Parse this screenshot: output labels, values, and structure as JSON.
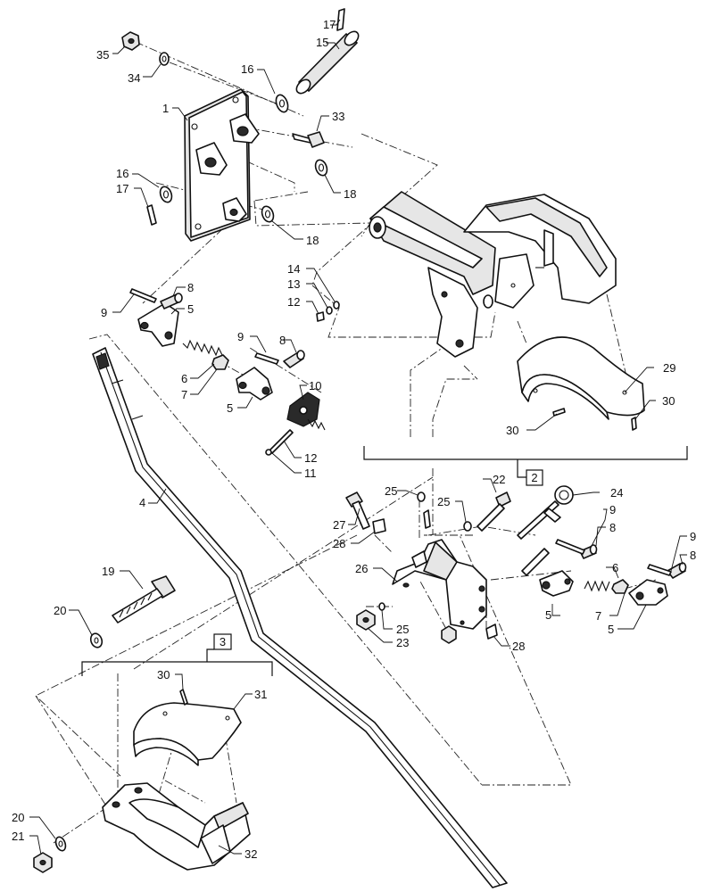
{
  "callouts": {
    "c1": "1",
    "c4": "4",
    "c5a": "5",
    "c5b": "5",
    "c5c": "5",
    "c5d": "5",
    "c6a": "6",
    "c6b": "6",
    "c7a": "7",
    "c7b": "7",
    "c8a": "8",
    "c8b": "8",
    "c8c": "8",
    "c8d": "8",
    "c9a": "9",
    "c9b": "9",
    "c9c": "9",
    "c9d": "9",
    "c10": "10",
    "c11": "11",
    "c12a": "12",
    "c12b": "12",
    "c13": "13",
    "c14": "14",
    "c15": "15",
    "c16a": "16",
    "c16b": "16",
    "c17a": "17",
    "c17b": "17",
    "c18a": "18",
    "c18b": "18",
    "c19": "19",
    "c20a": "20",
    "c20b": "20",
    "c21": "21",
    "c22": "22",
    "c23": "23",
    "c24": "24",
    "c25a": "25",
    "c25b": "25",
    "c25c": "25",
    "c26": "26",
    "c27": "27",
    "c28a": "28",
    "c28b": "28",
    "c29": "29",
    "c30a": "30",
    "c30b": "30",
    "c30c": "30",
    "c31": "31",
    "c32": "32",
    "c33": "33",
    "c34": "34",
    "c35": "35"
  },
  "boxes": {
    "box2": "2",
    "box3": "3"
  }
}
